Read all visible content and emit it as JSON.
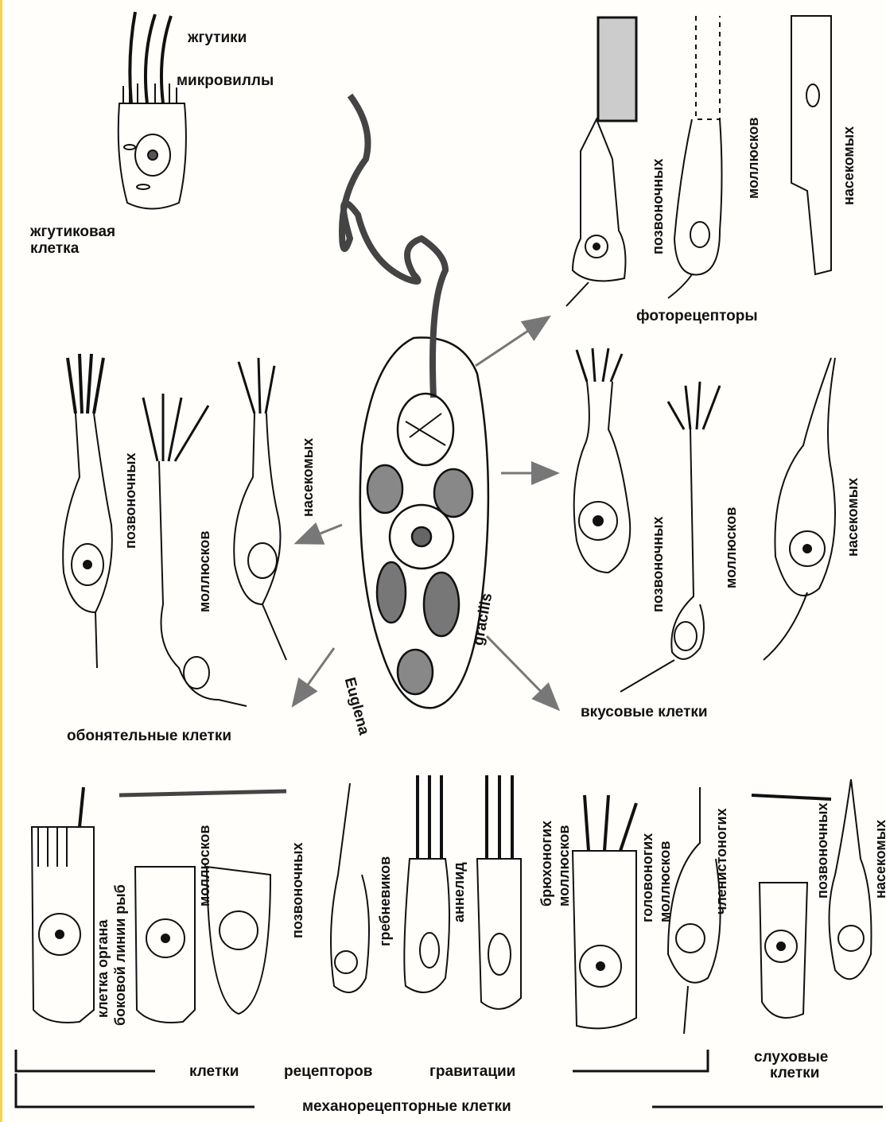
{
  "diagram": {
    "flagellate": {
      "flagella": "жгутики",
      "microvilli": "микровиллы",
      "cell": "жгутиковая клетка"
    },
    "center": {
      "genus": "Euglena",
      "species": "gracilis"
    },
    "photoreceptors": {
      "title": "фоторецепторы",
      "vertebrates": "позвоночных",
      "mollusks": "моллюсков",
      "insects": "насекомых"
    },
    "olfactory": {
      "title": "обонятельные клетки",
      "vertebrates": "позвоночных",
      "mollusks": "моллюсков",
      "insects": "насекомых"
    },
    "taste": {
      "title": "вкусовые клетки",
      "vertebrates": "позвоночных",
      "mollusks": "моллюсков",
      "insects": "насекомых"
    },
    "mechano": {
      "lateral_line_1": "клетка органа",
      "lateral_line_2": "боковой линии рыб",
      "mollusks": "моллюсков",
      "vertebrates": "позвоночных",
      "ctenophores": "гребневиков",
      "annelids": "аннелид",
      "gastropods_1": "брюхоногих",
      "gastropods_2": "моллюсков",
      "cephalopods_1": "головоногих",
      "cephalopods_2": "моллюсков",
      "arthropods": "членистоногих",
      "aud_vertebrates": "позвоночных",
      "aud_insects": "насекомых",
      "gravity_word1": "клетки",
      "gravity_word2": "рецепторов",
      "gravity_word3": "гравитации",
      "auditory_1": "слуховые",
      "auditory_2": "клетки",
      "title": "механорецепторные клетки"
    }
  }
}
